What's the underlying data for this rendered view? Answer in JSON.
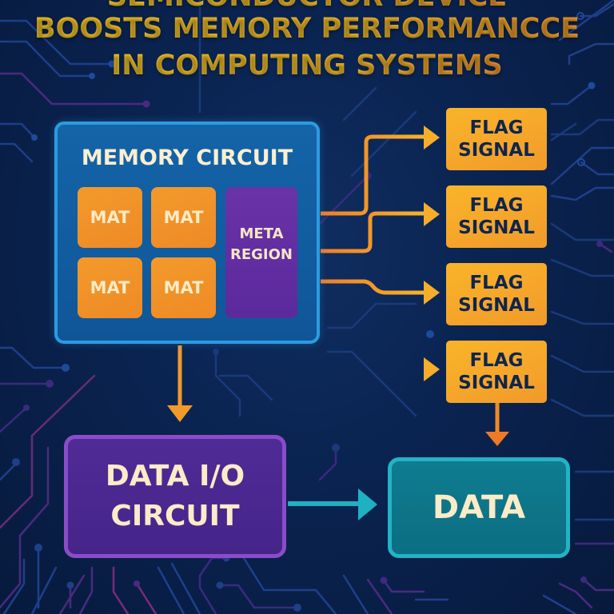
{
  "title": {
    "lines": [
      "SEMICONDUCTOR DEVICE",
      "BOOSTS MEMORY PERFORMANCCE",
      "IN COMPUTING SYSTEMS"
    ]
  },
  "memory_circuit": {
    "label": "MEMORY CIRCUIT",
    "mats": [
      "MAT",
      "MAT",
      "MAT",
      "MAT"
    ],
    "meta_region": {
      "line1": "META",
      "line2": "REGION"
    }
  },
  "flag_signals": [
    {
      "line1": "FLAG",
      "line2": "SIGNAL"
    },
    {
      "line1": "FLAG",
      "line2": "SIGNAL"
    },
    {
      "line1": "FLAG",
      "line2": "SIGNAL"
    },
    {
      "line1": "FLAG",
      "line2": "SIGNAL"
    }
  ],
  "data_io_circuit": {
    "line1": "DATA I/O",
    "line2": "CIRCUIT"
  },
  "data_output": {
    "label": "DATA"
  },
  "colors": {
    "background": "#0a2350",
    "title": "#f7c325",
    "memory_box": "#1464a8",
    "memory_border": "#2c9be0",
    "mat": "#f0902a",
    "meta_region": "#5f2ca0",
    "flag": "#f7aa2a",
    "flag_text": "#0f254e",
    "data_io": "#4a2890",
    "data_io_border": "#8a4cc8",
    "data_box": "#0e7689",
    "data_border": "#22b3c4",
    "orange_arrow": "#f5a02a",
    "teal_arrow": "#1fb0c2",
    "label_text": "#fbebc7"
  }
}
